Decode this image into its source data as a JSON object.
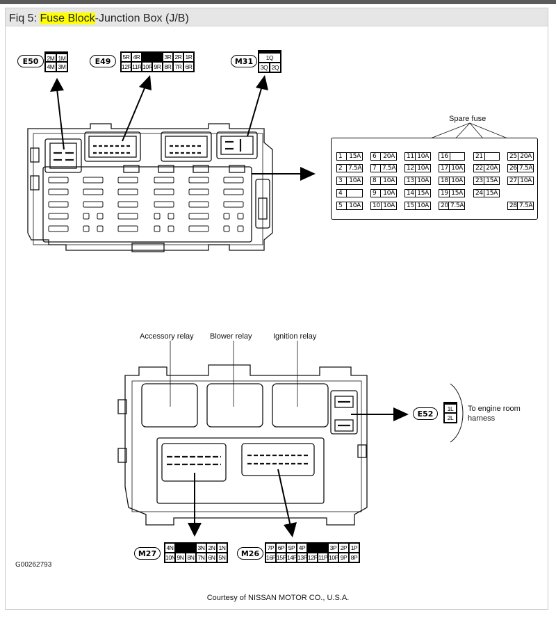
{
  "header": {
    "fig_prefix": "Fiq 5: ",
    "highlight": "Fuse Block",
    "fig_rest": "-Junction Box (J/B)"
  },
  "connectors": {
    "e50": {
      "label": "E50",
      "pins": [
        [
          "2M",
          "1M"
        ],
        [
          "4M",
          "3M"
        ]
      ]
    },
    "e49": {
      "label": "E49",
      "pins": [
        [
          "5R",
          "4R",
          "#",
          "3R",
          "2R",
          "1R"
        ],
        [
          "12R",
          "11R",
          "10R",
          "9R",
          "8R",
          "7R",
          "6R"
        ]
      ]
    },
    "m31": {
      "label": "M31",
      "pins": [
        [
          "1Q"
        ],
        [
          "3Q",
          "2Q"
        ]
      ]
    },
    "e52": {
      "label": "E52",
      "pins": [
        [
          "1L"
        ],
        [
          "2L"
        ]
      ]
    },
    "m27": {
      "label": "M27",
      "pins": [
        [
          "4N",
          "#",
          "3N",
          "2N",
          "1N"
        ],
        [
          "10N",
          "9N",
          "8N",
          "7N",
          "6N",
          "5N"
        ]
      ]
    },
    "m26": {
      "label": "M26",
      "pins": [
        [
          "7P",
          "6P",
          "5P",
          "4P",
          "#",
          "3P",
          "2P",
          "1P"
        ],
        [
          "16P",
          "15P",
          "14P",
          "13P",
          "12P",
          "11P",
          "10P",
          "9P",
          "8P"
        ]
      ]
    }
  },
  "spare_fuse_label": "Spare fuse",
  "fuses": [
    [
      {
        "n": "1",
        "a": "15A"
      },
      {
        "n": "6",
        "a": "20A"
      },
      {
        "n": "11",
        "a": "10A"
      },
      {
        "n": "16",
        "a": ""
      },
      {
        "n": "21",
        "a": ""
      },
      {
        "n": "25",
        "a": "20A"
      }
    ],
    [
      {
        "n": "2",
        "a": "7.5A"
      },
      {
        "n": "7",
        "a": "7.5A"
      },
      {
        "n": "12",
        "a": "10A"
      },
      {
        "n": "17",
        "a": "10A"
      },
      {
        "n": "22",
        "a": "20A"
      },
      {
        "n": "26",
        "a": "7.5A"
      }
    ],
    [
      {
        "n": "3",
        "a": "10A"
      },
      {
        "n": "8",
        "a": "10A"
      },
      {
        "n": "13",
        "a": "10A"
      },
      {
        "n": "18",
        "a": "10A"
      },
      {
        "n": "23",
        "a": "15A"
      },
      {
        "n": "27",
        "a": "10A"
      }
    ],
    [
      {
        "n": "4",
        "a": ""
      },
      {
        "n": "9",
        "a": "10A"
      },
      {
        "n": "14",
        "a": "15A"
      },
      {
        "n": "19",
        "a": "15A"
      },
      {
        "n": "24",
        "a": "15A"
      },
      null
    ],
    [
      {
        "n": "5",
        "a": "10A"
      },
      {
        "n": "10",
        "a": "10A"
      },
      {
        "n": "15",
        "a": "10A"
      },
      {
        "n": "20",
        "a": "7.5A"
      },
      null,
      {
        "n": "28",
        "a": "7.5A"
      }
    ]
  ],
  "relays": {
    "accessory": "Accessory relay",
    "blower": "Blower relay",
    "ignition": "Ignition relay"
  },
  "engine_room_note": [
    "To engine room",
    "harness"
  ],
  "figure_code": "G00262793",
  "credit": "Courtesy of NISSAN MOTOR CO., U.S.A."
}
